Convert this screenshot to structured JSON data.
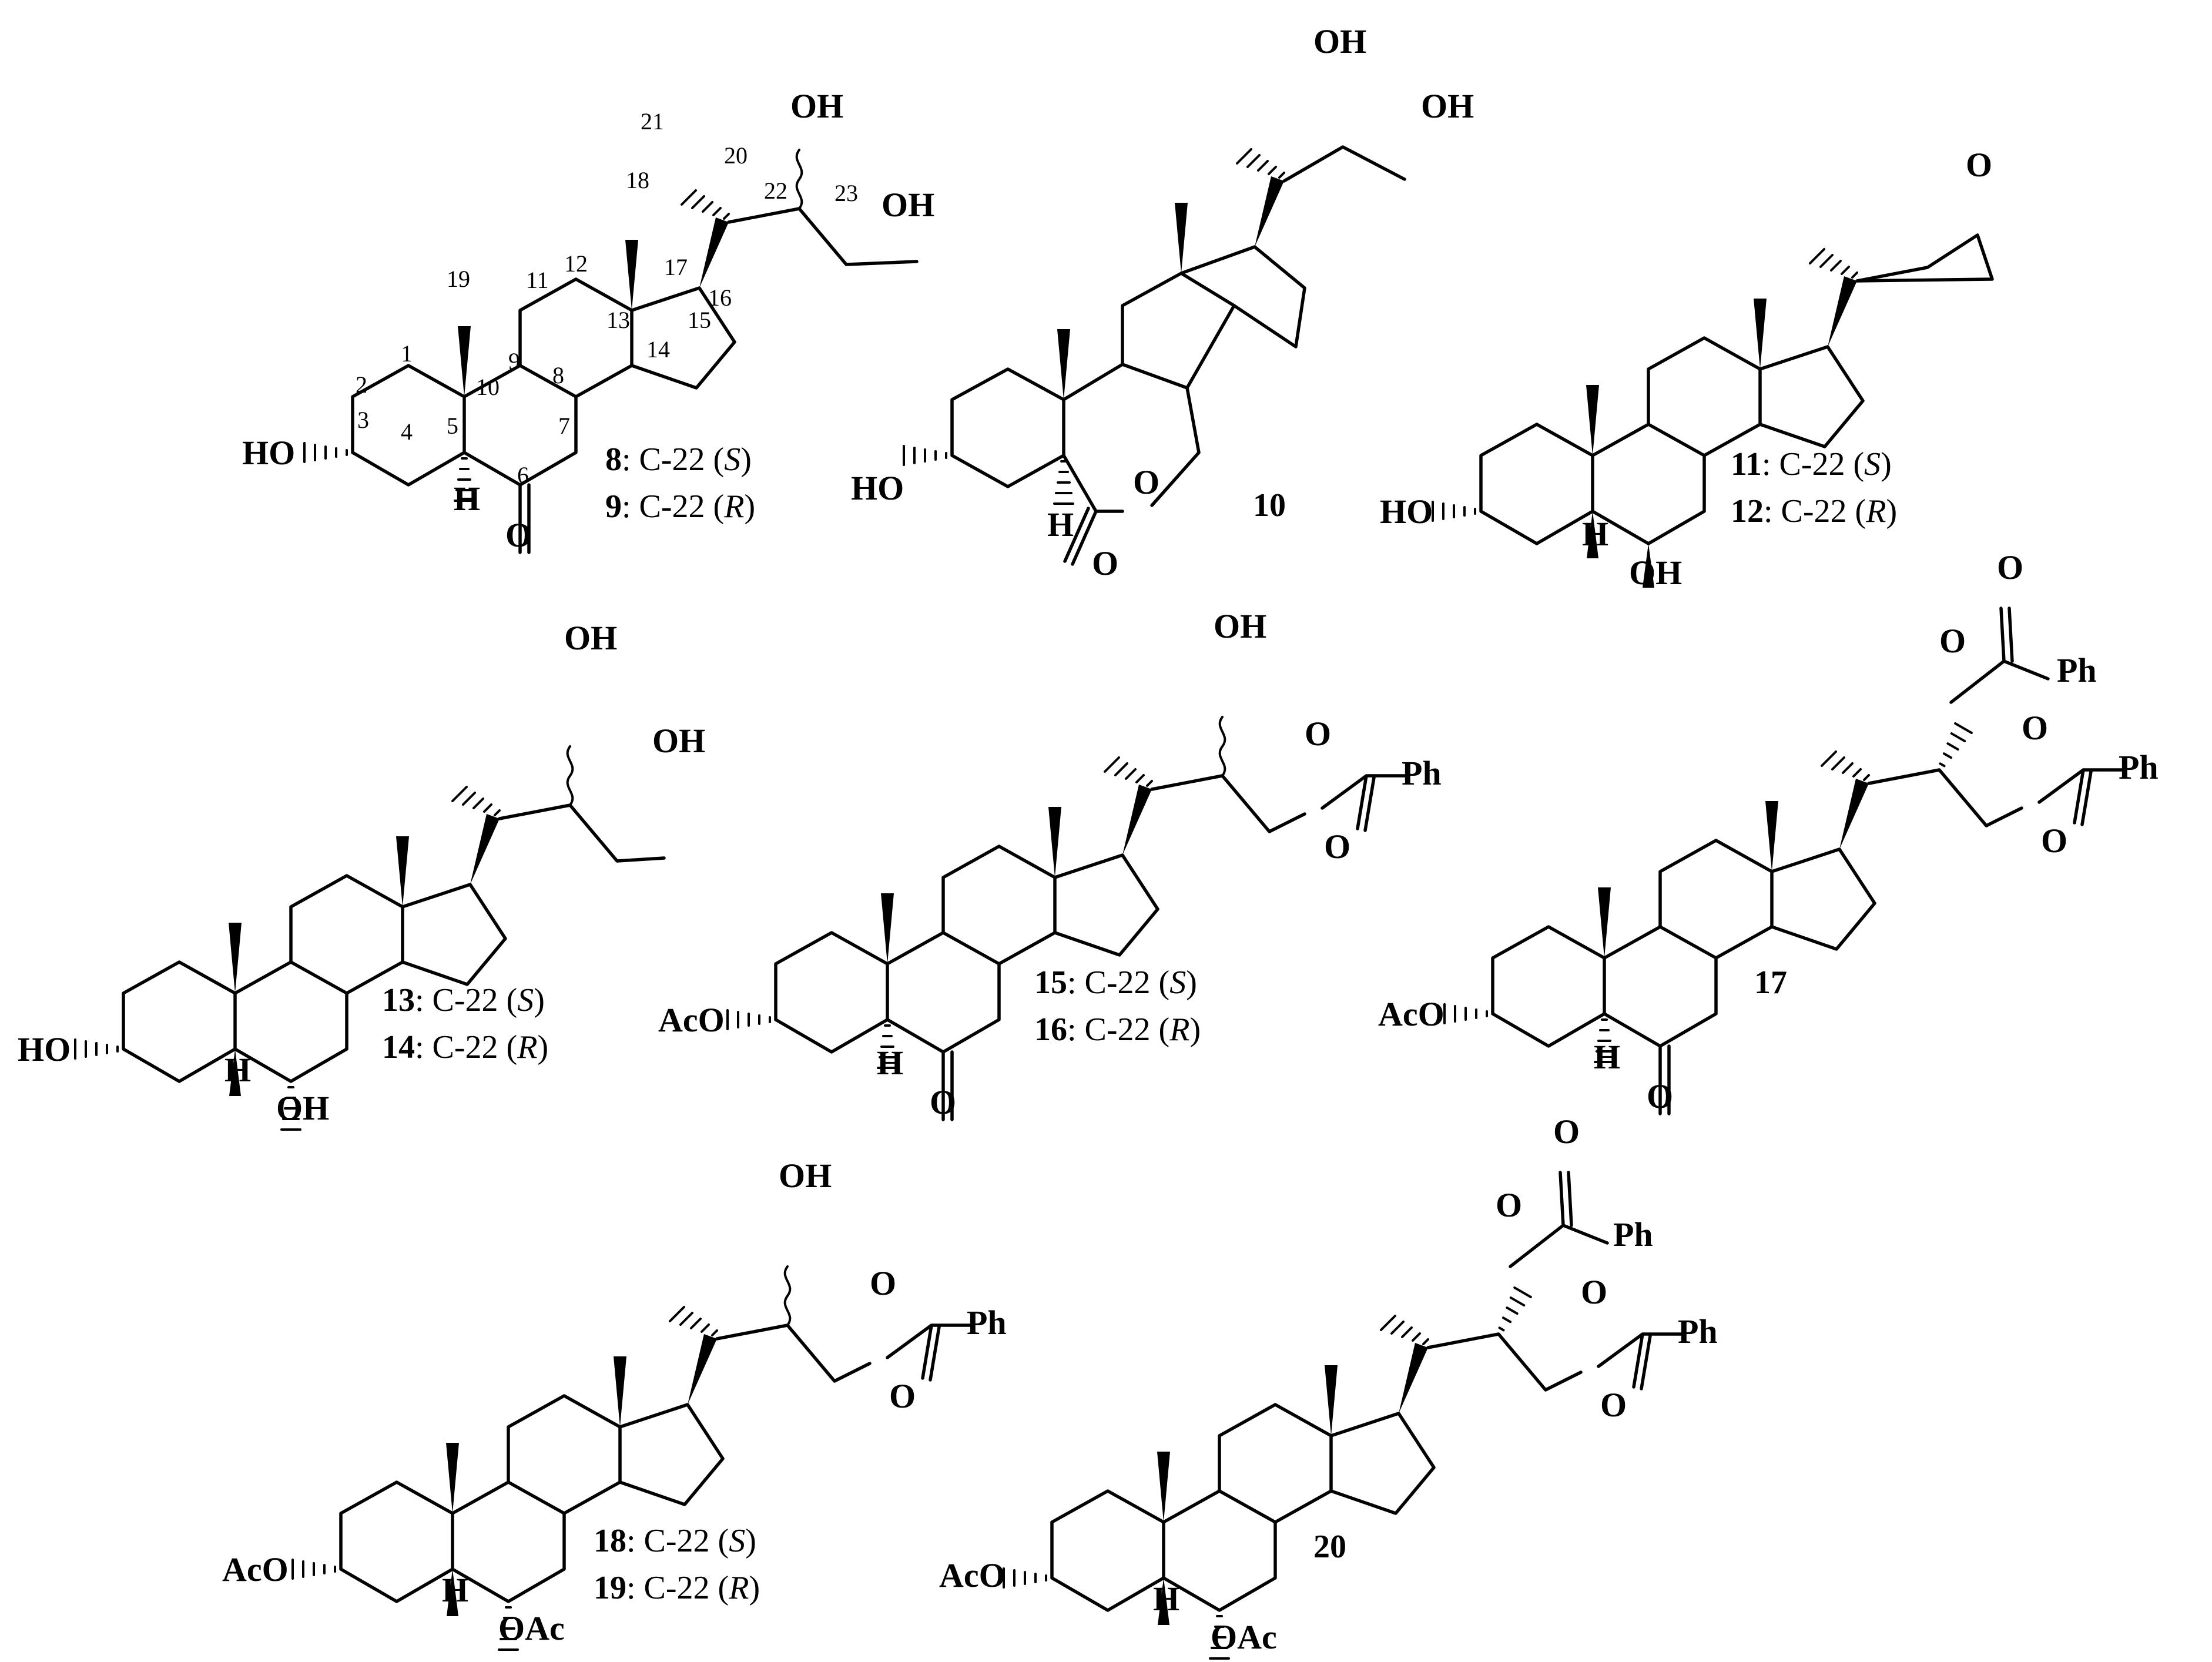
{
  "atoms": {
    "oh": "OH",
    "ho": "HO",
    "h": "H",
    "o": "O",
    "aco": "AcO",
    "oac": "OAc",
    "ph": "Ph"
  },
  "numbering": [
    "1",
    "2",
    "3",
    "4",
    "5",
    "6",
    "7",
    "8",
    "9",
    "10",
    "11",
    "12",
    "13",
    "14",
    "15",
    "16",
    "17",
    "18",
    "19",
    "20",
    "21",
    "22",
    "23"
  ],
  "compounds": [
    {
      "id": "c8",
      "number": "8",
      "suffix": ": C-22 (",
      "config": "S",
      "close": ")"
    },
    {
      "id": "c9",
      "number": "9",
      "suffix": ": C-22 (",
      "config": "R",
      "close": ")"
    },
    {
      "id": "c10",
      "number": "10"
    },
    {
      "id": "c11",
      "number": "11",
      "suffix": ": C-22 (",
      "config": "S",
      "close": ")"
    },
    {
      "id": "c12",
      "number": "12",
      "suffix": ": C-22 (",
      "config": "R",
      "close": ")"
    },
    {
      "id": "c13",
      "number": "13",
      "suffix": ": C-22 (",
      "config": "S",
      "close": ")"
    },
    {
      "id": "c14",
      "number": "14",
      "suffix": ": C-22 (",
      "config": "R",
      "close": ")"
    },
    {
      "id": "c15",
      "number": "15",
      "suffix": ": C-22 (",
      "config": "S",
      "close": ")"
    },
    {
      "id": "c16",
      "number": "16",
      "suffix": ": C-22 (",
      "config": "R",
      "close": ")"
    },
    {
      "id": "c17",
      "number": "17"
    },
    {
      "id": "c18",
      "number": "18",
      "suffix": ": C-22 (",
      "config": "S",
      "close": ")"
    },
    {
      "id": "c19",
      "number": "19",
      "suffix": ": C-22 (",
      "config": "R",
      "close": ")"
    },
    {
      "id": "c20",
      "number": "20"
    }
  ]
}
